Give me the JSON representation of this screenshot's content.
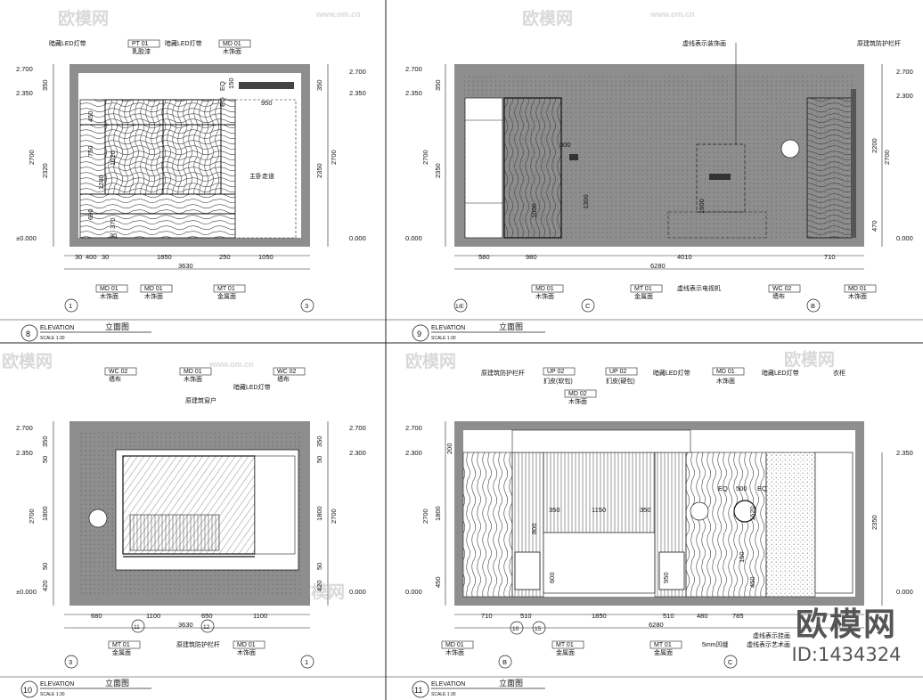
{
  "watermark": {
    "logo": "欧模网",
    "url": "www.om.cn"
  },
  "brand": {
    "name": "欧模网",
    "id": "ID:1434324"
  },
  "panels": [
    {
      "number": "8",
      "title": "ELEVATION",
      "title_cn": "立面图",
      "scale": "SCALE   1:30",
      "levels_left": [
        "2.700",
        "2.350",
        "±0.000"
      ],
      "levels_right": [
        "2.700",
        "2.350",
        "0.000"
      ],
      "dims_bottom": [
        "30",
        "400",
        "30",
        "1850",
        "250",
        "1050",
        "3630"
      ],
      "dims_left": [
        "350",
        "2320",
        "2700"
      ],
      "dims_right": [
        "350",
        "2350",
        "2700"
      ],
      "inner_dims": [
        "450",
        "750",
        "1020",
        "1240",
        "690",
        "370",
        "30",
        "950",
        "EQ",
        "EQ",
        "150"
      ],
      "tags_top": [
        {
          "code": "PT 01",
          "label": "乳胶漆"
        },
        {
          "code": "MD 01",
          "label": "木饰面"
        }
      ],
      "notes_top": [
        "暗藏LED灯带",
        "暗藏LED灯带"
      ],
      "tags_bottom": [
        {
          "code": "MD 01",
          "label": "木饰面"
        },
        {
          "code": "MD 01",
          "label": "木饰面"
        },
        {
          "code": "MT 01",
          "label": "金属面"
        }
      ],
      "axes": [
        "1",
        "3"
      ],
      "annotation": "主卧走道"
    },
    {
      "number": "9",
      "title": "ELEVATION",
      "title_cn": "立面图",
      "scale": "SCALE   1:30",
      "levels_left": [
        "2.700",
        "2.350",
        "0.000"
      ],
      "levels_right": [
        "2.700",
        "2.300",
        "0.000"
      ],
      "dims_bottom": [
        "580",
        "980",
        "4010",
        "710",
        "6280"
      ],
      "dims_left": [
        "350",
        "2350",
        "2700"
      ],
      "dims_right": [
        "2200",
        "2700",
        "470"
      ],
      "inner_dims": [
        "1000",
        "1300",
        "1600",
        "300"
      ],
      "notes_top": [
        "虚线表示装饰画",
        "原建筑防护栏杆"
      ],
      "tags_bottom": [
        {
          "code": "MD 01",
          "label": "木饰面"
        },
        {
          "code": "MT 01",
          "label": "金属面"
        },
        {
          "code": "WC 02",
          "label": "墙布"
        },
        {
          "code": "MD 01",
          "label": "木饰面"
        }
      ],
      "note_bottom": "虚线表示电视机",
      "axes": [
        "1/E",
        "C",
        "B"
      ]
    },
    {
      "number": "10",
      "title": "ELEVATION",
      "title_cn": "立面图",
      "scale": "SCALE   1:30",
      "levels_left": [
        "2.700",
        "2.350",
        "±0.000"
      ],
      "levels_right": [
        "2.700",
        "2.300",
        "0.000"
      ],
      "dims_bottom": [
        "680",
        "1100",
        "650",
        "1100",
        "3630"
      ],
      "dims_left": [
        "50",
        "350",
        "1800",
        "2700",
        "50",
        "420"
      ],
      "dims_right": [
        "350",
        "50",
        "1800",
        "2700",
        "50",
        "420"
      ],
      "tags_top": [
        {
          "code": "WC 02",
          "label": "墙布"
        },
        {
          "code": "MD 01",
          "label": "木饰面"
        },
        {
          "code": "WC 02",
          "label": "墙布"
        }
      ],
      "notes_top": [
        "原建筑窗户",
        "暗藏LED灯带"
      ],
      "tags_bottom": [
        {
          "code": "MT 01",
          "label": "金属面"
        },
        {
          "code": "MD 01",
          "label": "木饰面"
        }
      ],
      "note_bottom": "原建筑防护栏杆",
      "axes": [
        "3",
        "1"
      ],
      "sub_axes": [
        "11",
        "12"
      ]
    },
    {
      "number": "11",
      "title": "ELEVATION",
      "title_cn": "立面图",
      "scale": "SCALE   1:30",
      "levels_left": [
        "2.700",
        "2.300",
        "0.000"
      ],
      "levels_right": [
        "2.350",
        "0.000"
      ],
      "dims_bottom": [
        "710",
        "510",
        "1850",
        "510",
        "480",
        "785",
        "6280"
      ],
      "dims_left": [
        "200",
        "1800",
        "2700",
        "450"
      ],
      "dims_right": [
        "2350"
      ],
      "inner_dims": [
        "350",
        "1150",
        "350",
        "800",
        "500",
        "EQ",
        "EQ",
        "600",
        "950",
        "1620",
        "150",
        "450"
      ],
      "tags_top": [
        {
          "code": "UP 02",
          "label": "扪皮(软包)"
        },
        {
          "code": "UP 02",
          "label": "扪皮(硬包)"
        },
        {
          "code": "MD 01",
          "label": "木饰面"
        },
        {
          "code": "MD 02",
          "label": "木饰面"
        }
      ],
      "notes_top": [
        "原建筑防护栏杆",
        "暗藏LED灯带",
        "暗藏LED灯带",
        "衣柜"
      ],
      "tags_bottom": [
        {
          "code": "MD 01",
          "label": "木饰面"
        },
        {
          "code": "MT 01",
          "label": "金属面"
        },
        {
          "code": "MT 01",
          "label": "金属面"
        }
      ],
      "notes_bottom": [
        "5mm凹缝",
        "虚线表示艺术画",
        "虚线表示挂画"
      ],
      "axes": [
        "B",
        "C"
      ],
      "sub_axes": [
        "10",
        "15"
      ]
    }
  ]
}
